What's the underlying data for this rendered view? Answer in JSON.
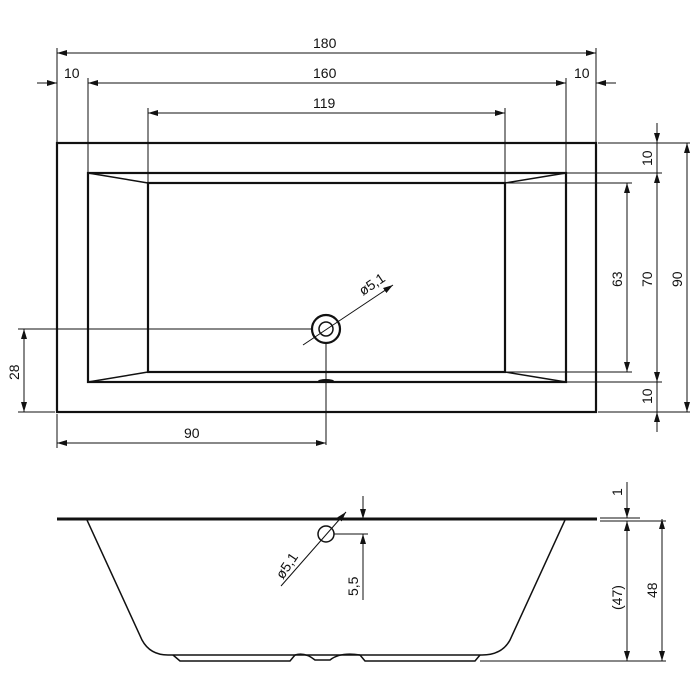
{
  "drawing": {
    "type": "technical-drawing",
    "subject": "rectangular bathtub",
    "colors": {
      "line": "#111111",
      "background": "#ffffff"
    },
    "top_view": {
      "dimensions": {
        "overall_length": "180",
        "inner_length": "160",
        "left_rim": "10",
        "right_rim": "10",
        "bottom_length": "119",
        "top_rim": "10",
        "bottom_rim": "10",
        "bottom_width": "63",
        "inner_width": "70",
        "overall_width": "90",
        "drain_offset_y": "28",
        "drain_offset_x": "90",
        "drain_diameter": "ø5,1"
      }
    },
    "side_view": {
      "dimensions": {
        "rim_thickness": "1",
        "inner_depth": "(47)",
        "overall_height": "48",
        "overflow_offset": "5,5",
        "overflow_diameter": "ø5,1"
      }
    }
  }
}
